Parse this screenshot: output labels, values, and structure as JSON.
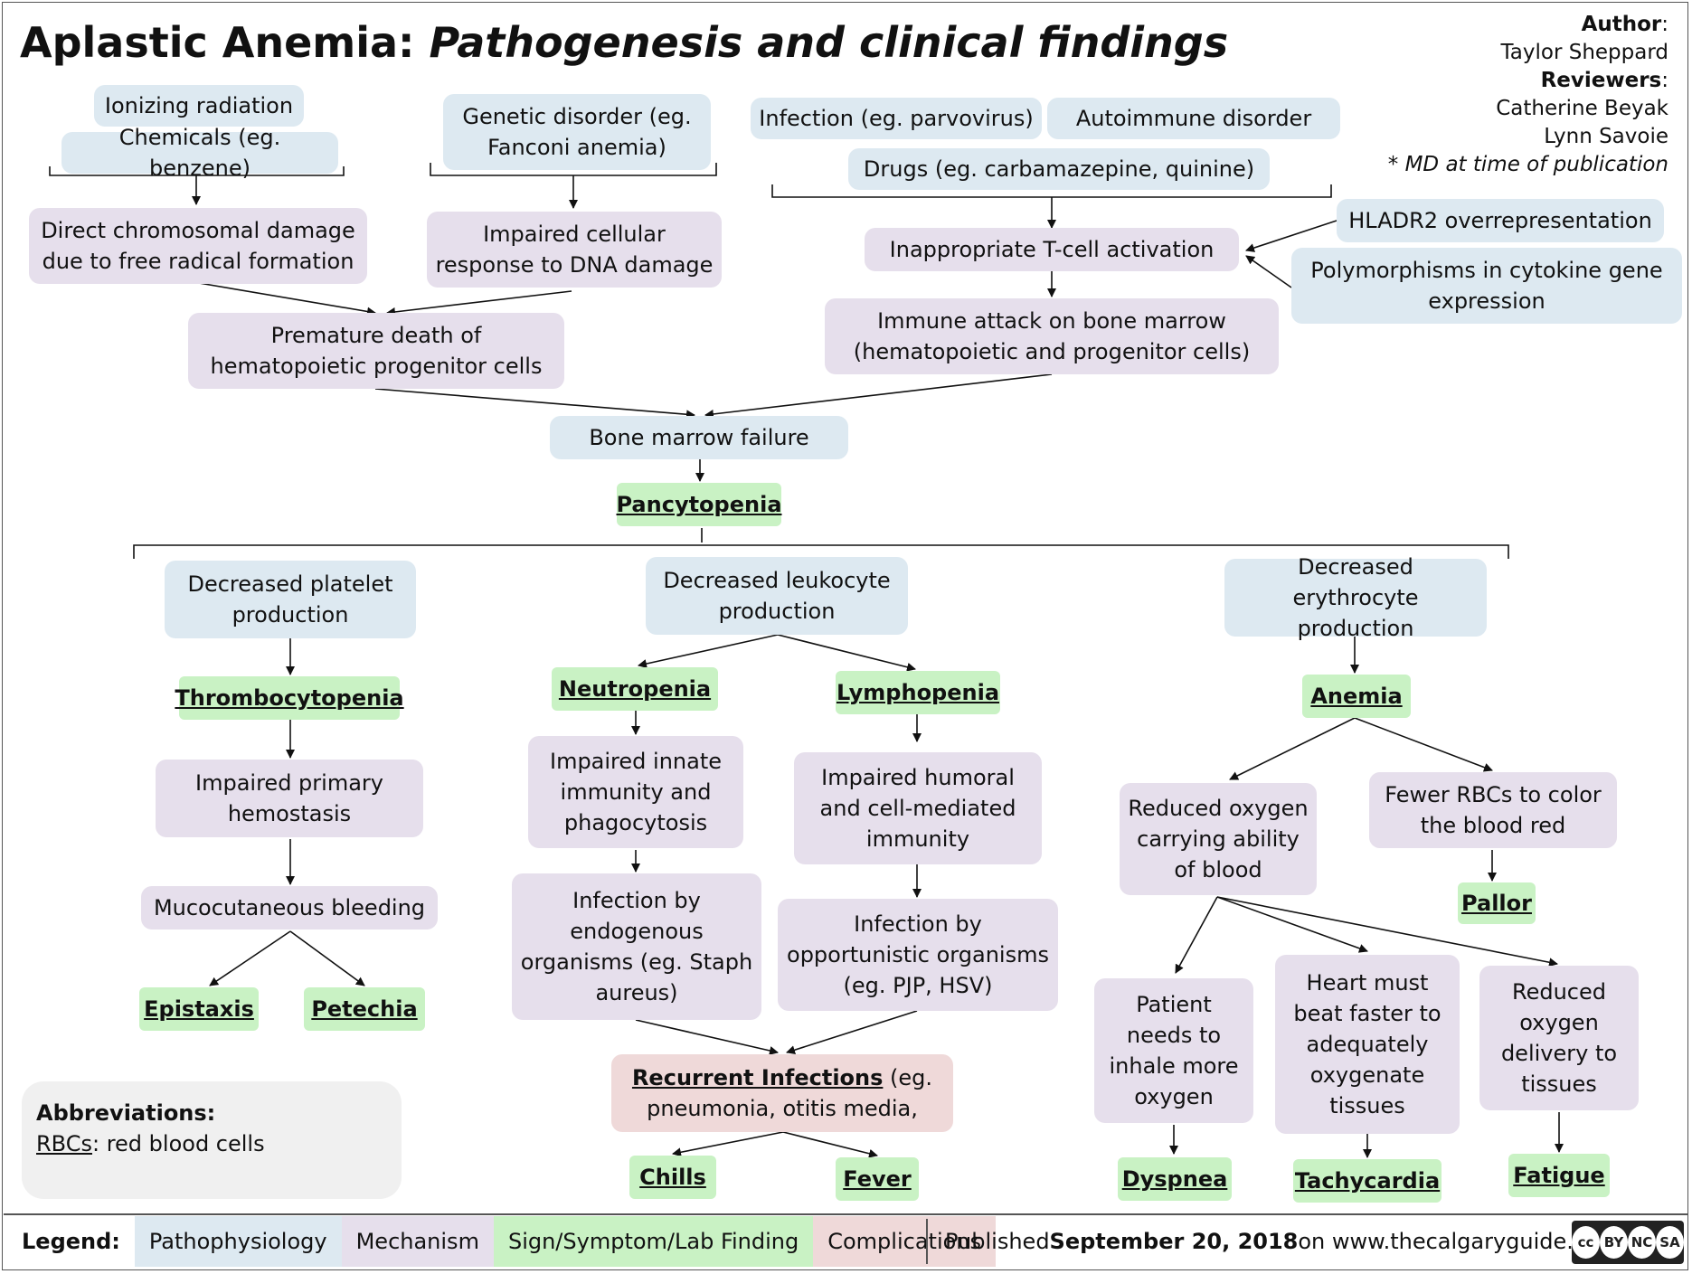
{
  "title_main": "Aplastic Anemia:",
  "title_sub": "Pathogenesis and clinical findings",
  "author": {
    "author_label": "Author",
    "author_name": "Taylor Sheppard",
    "reviewers_label": "Reviewers",
    "reviewer_1": "Catherine Beyak",
    "reviewer_2": "Lynn Savoie",
    "note": "* MD at time of publication"
  },
  "nodes": {
    "ionizing": "Ionizing radiation",
    "chemicals": "Chemicals (eg. benzene)",
    "genetic": "Genetic disorder (eg. Fanconi anemia)",
    "infection": "Infection (eg. parvovirus)",
    "autoimmune": "Autoimmune disorder",
    "drugs": "Drugs (eg. carbamazepine, quinine)",
    "direct_damage": "Direct chromosomal damage due to free radical formation",
    "impaired_dna": "Impaired cellular response to DNA damage",
    "tcell": "Inappropriate T-cell activation",
    "hladr2": "HLADR2 overrepresentation",
    "polymorphisms": "Polymorphisms in cytokine gene expression",
    "premature_death": "Premature death of hematopoietic progenitor cells",
    "immune_attack": "Immune attack on bone marrow (hematopoietic and progenitor cells)",
    "bm_failure": "Bone marrow failure",
    "pancytopenia": "Pancytopenia",
    "dec_platelet": "Decreased platelet production",
    "dec_leukocyte": "Decreased leukocyte production",
    "dec_erythrocyte": "Decreased erythrocyte production",
    "thrombocytopenia": "Thrombocytopenia",
    "neutropenia": "Neutropenia",
    "lymphopenia": "Lymphopenia",
    "anemia": "Anemia",
    "impaired_primary": "Impaired primary hemostasis",
    "impaired_innate": "Impaired innate immunity and phagocytosis",
    "impaired_humoral": "Impaired humoral and cell-mediated immunity",
    "reduced_o2_carry": "Reduced oxygen carrying ability of blood",
    "fewer_rbcs": "Fewer RBCs to color the blood red",
    "mucocutaneous": "Mucocutaneous bleeding",
    "inf_endogenous": "Infection by endogenous organisms (eg. Staph aureus)",
    "inf_opportunistic": "Infection by opportunistic organisms (eg. PJP, HSV)",
    "pallor": "Pallor",
    "epistaxis": "Epistaxis",
    "petechia": "Petechia",
    "patient_inhale": "Patient needs to inhale more oxygen",
    "heart_faster": "Heart must beat faster to adequately oxygenate tissues",
    "reduced_delivery": "Reduced oxygen delivery to tissues",
    "recurrent_title": "Recurrent Infections",
    "recurrent_rest": " (eg. pneumonia, otitis media,",
    "chills": "Chills",
    "fever": "Fever",
    "dyspnea": "Dyspnea",
    "tachycardia": "Tachycardia",
    "fatigue": "Fatigue"
  },
  "abbreviations": {
    "heading": "Abbreviations:",
    "term": "RBCs",
    "definition": ": red blood cells"
  },
  "legend": {
    "label": "Legend:",
    "pathophysiology": "Pathophysiology",
    "mechanism": "Mechanism",
    "sign": "Sign/Symptom/Lab Finding",
    "complications": "Complications"
  },
  "published": {
    "prefix": "Published ",
    "date": "September 20, 2018",
    "suffix": " on www.thecalgaryguide.com"
  },
  "license": {
    "cc": "cc",
    "by": "BY",
    "nc": "NC",
    "sa": "SA"
  },
  "colors": {
    "pathophysiology": "#dde9f1",
    "mechanism": "#e6dfec",
    "sign": "#c9f2c4",
    "complications": "#efd9d9"
  }
}
